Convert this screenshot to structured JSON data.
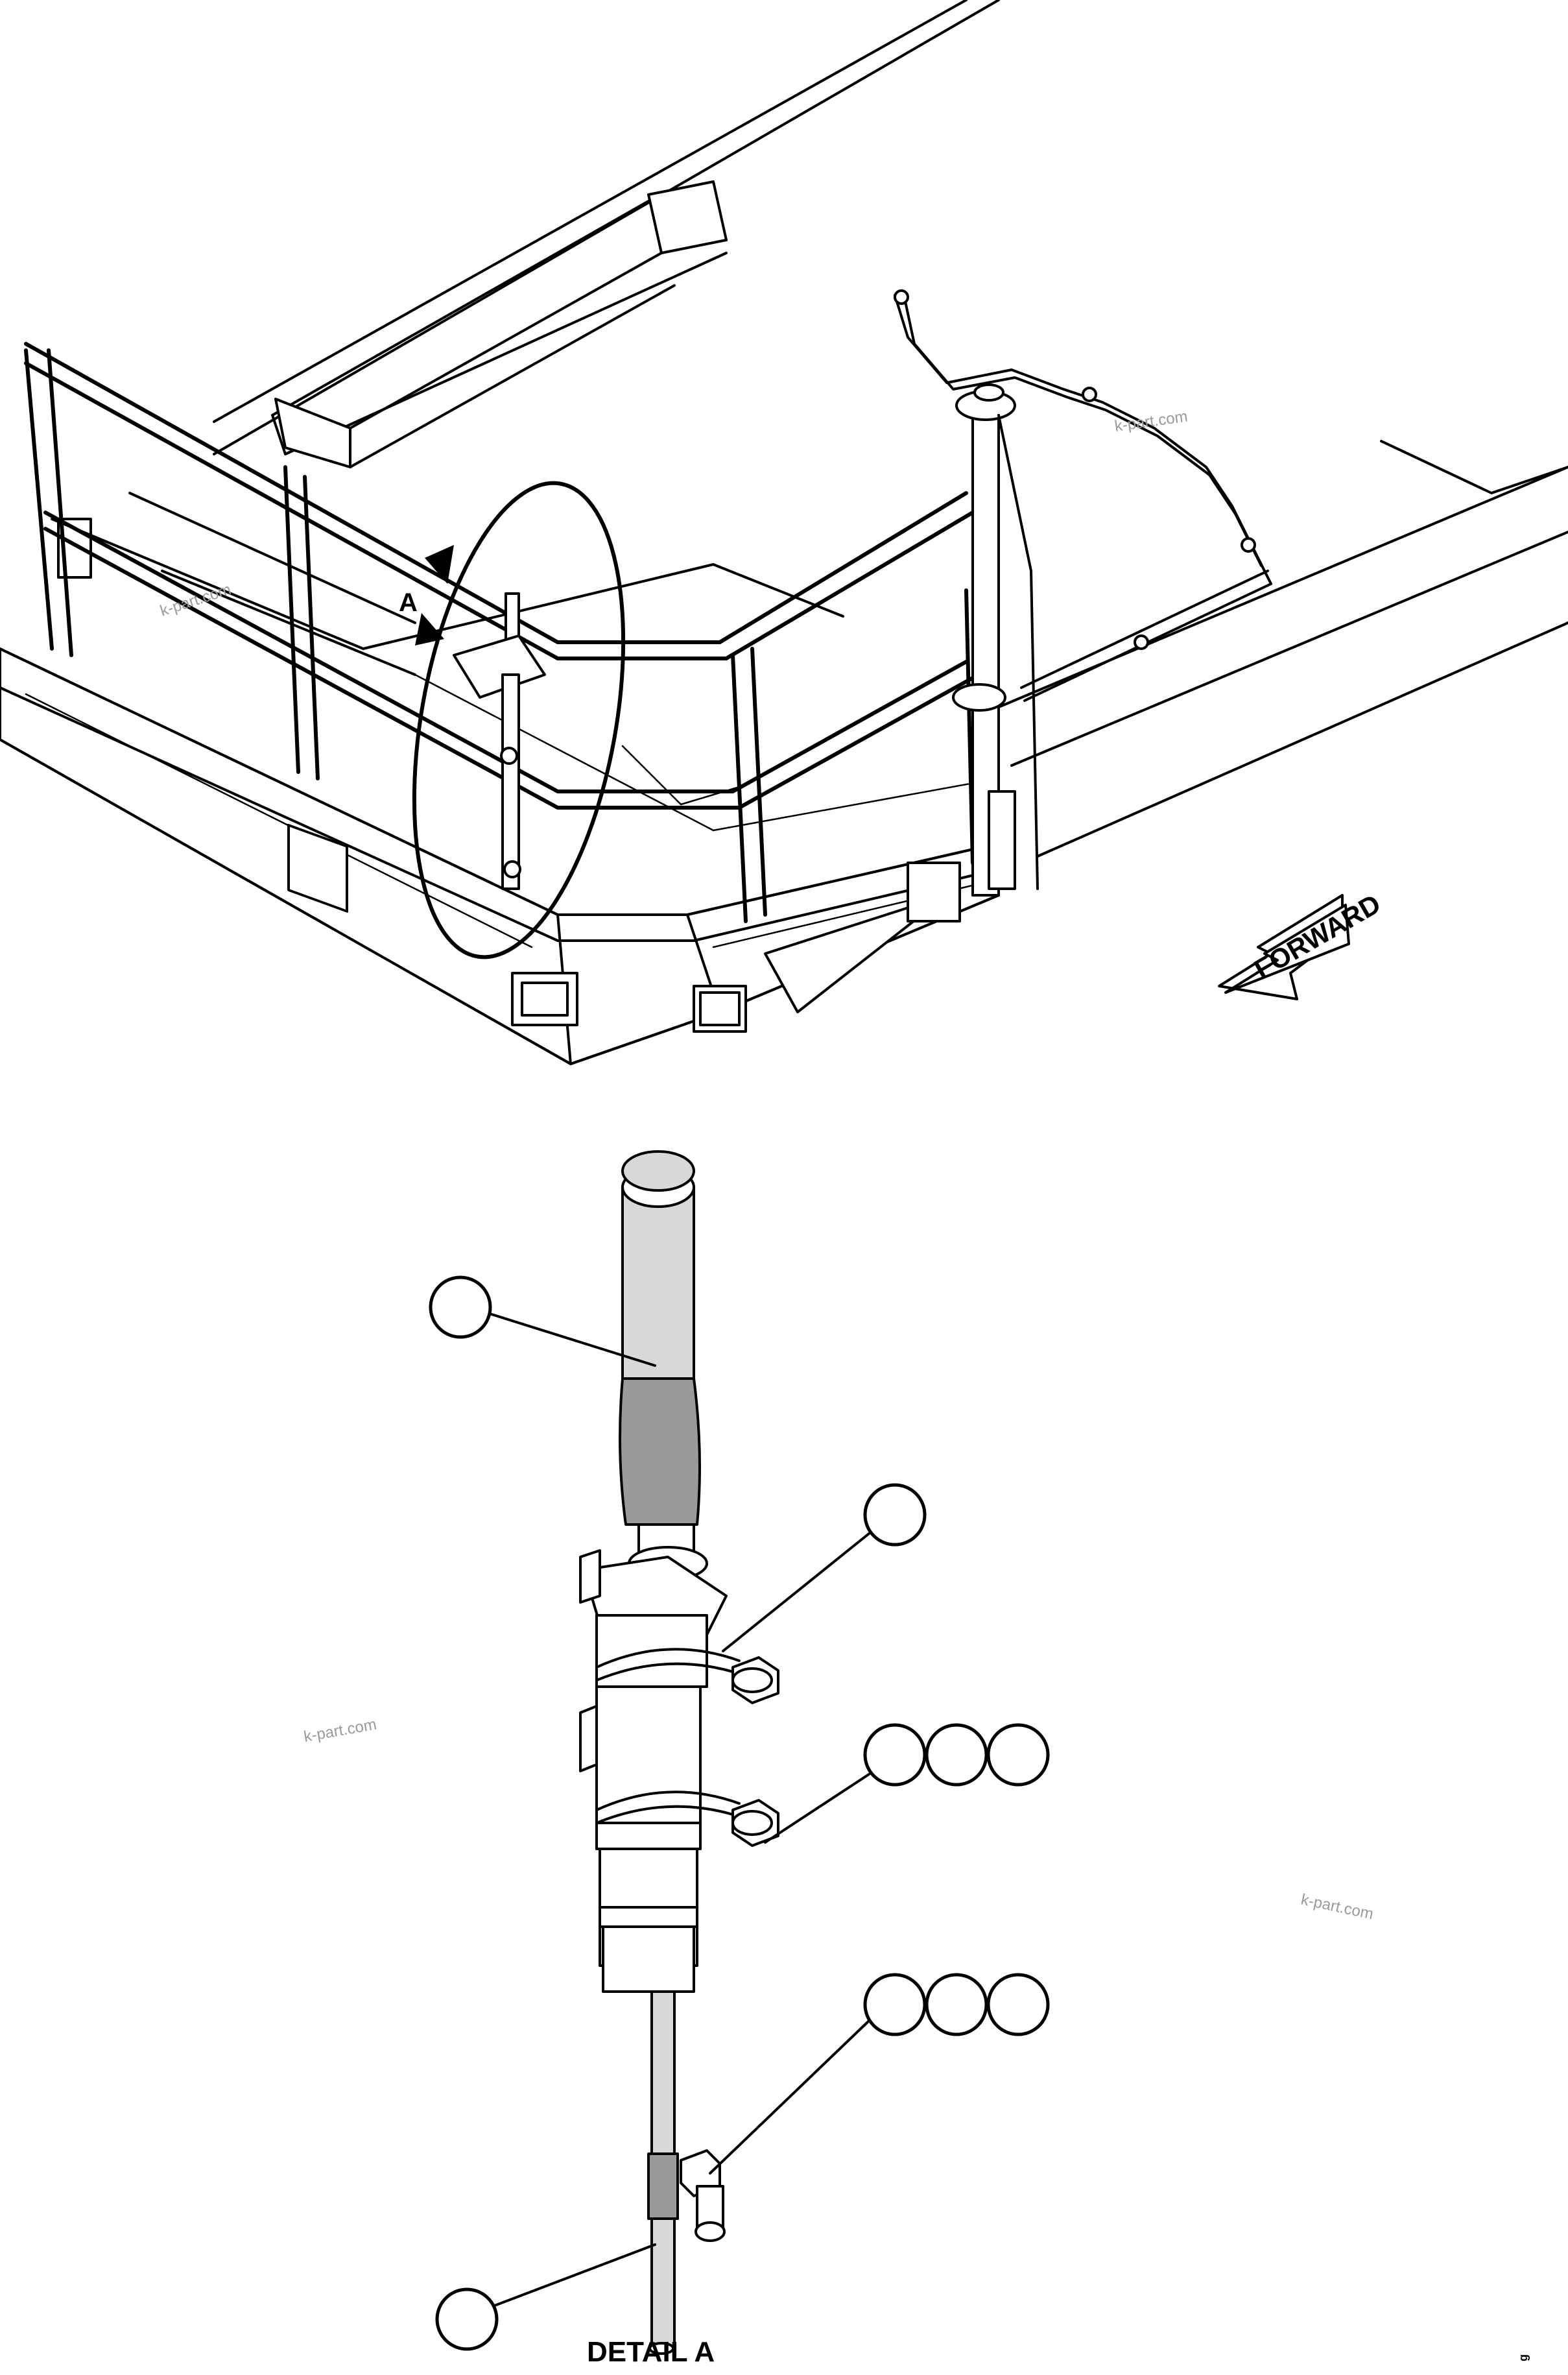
{
  "labels": {
    "detail_marker": "A",
    "direction_arrow": "FORWARD",
    "detail_title": "DETAIL A",
    "sheet_code": "g"
  },
  "watermarks": [
    "k-part.com",
    "k-part.com",
    "k-part.com",
    "k-part.com"
  ]
}
